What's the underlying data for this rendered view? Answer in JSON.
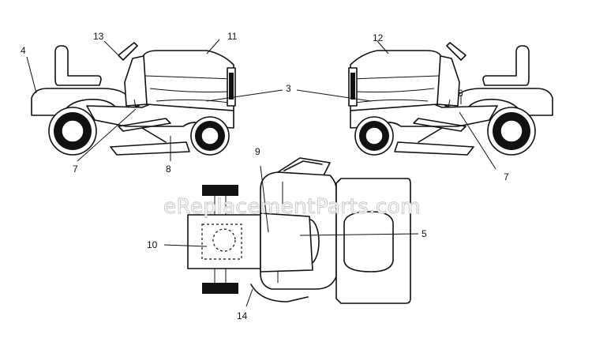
{
  "watermark": "eReplacementParts.com",
  "callouts": {
    "c3": "3",
    "c4": "4",
    "c5": "5",
    "c6": "6",
    "c7a": "7",
    "c7b": "7",
    "c8": "8",
    "c9": "9",
    "c10": "10",
    "c11": "11",
    "c12": "12",
    "c13": "13",
    "c14": "14"
  }
}
